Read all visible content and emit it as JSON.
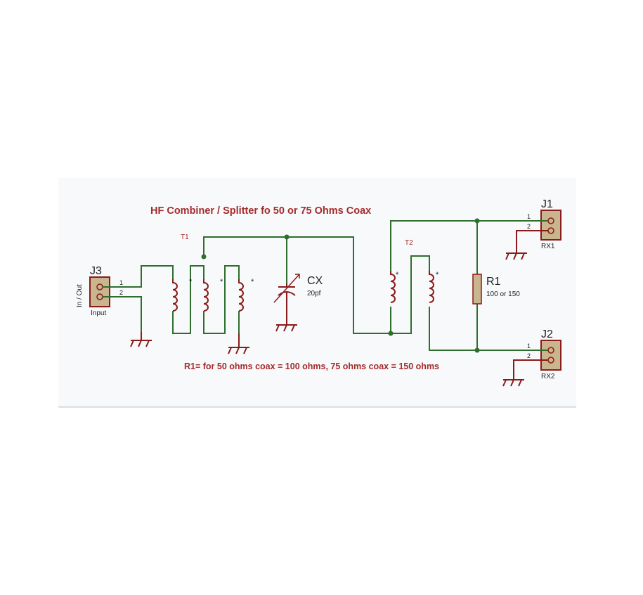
{
  "title": "HF Combiner / Splitter fo 50 or 75 Ohms Coax",
  "note": "R1= for 50 ohms coax = 100 ohms, 75 ohms coax = 150 ohms",
  "connectors": {
    "j3": {
      "ref": "J3",
      "pin1": "1",
      "pin2": "2",
      "sublabel": "Input",
      "side_label": "In / Out"
    },
    "j1": {
      "ref": "J1",
      "pin1": "1",
      "pin2": "2",
      "sublabel": "RX1"
    },
    "j2": {
      "ref": "J2",
      "pin1": "1",
      "pin2": "2",
      "sublabel": "RX2"
    }
  },
  "transformers": {
    "t1": {
      "ref": "T1",
      "dot_mark": "*"
    },
    "t2": {
      "ref": "T2",
      "dot_mark": "*"
    }
  },
  "capacitor": {
    "ref": "CX",
    "value": "20pf"
  },
  "resistor": {
    "ref": "R1",
    "value": "100 or 150"
  },
  "colors": {
    "wire": "#2e6f2e",
    "component": "#8b1a1a",
    "label": "#a52a2a",
    "connector_fill": "#c9b58e"
  }
}
